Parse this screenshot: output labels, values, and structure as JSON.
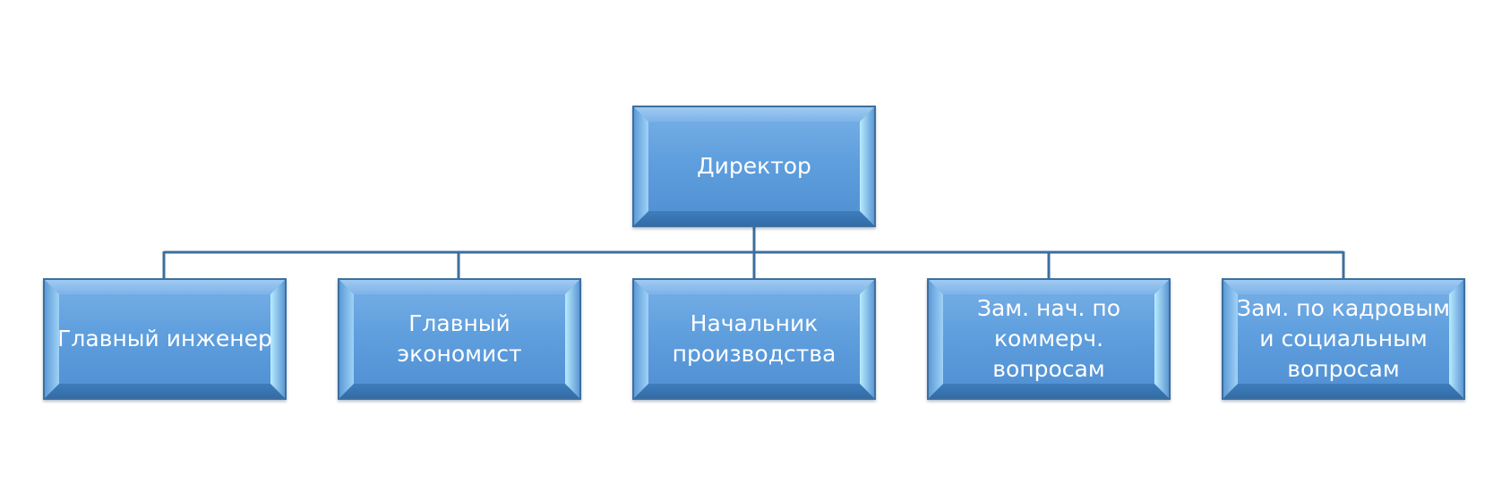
{
  "diagram": {
    "type": "org-chart",
    "colors": {
      "box_fill": "#5f9fde",
      "box_border": "#3d6f9e",
      "connector": "#3d6f9e",
      "text": "#ffffff"
    },
    "root": {
      "label": "Директор"
    },
    "children": [
      {
        "label": "Главный инженер"
      },
      {
        "label": "Главный\nэкономист"
      },
      {
        "label": "Начальник\nпроизводства"
      },
      {
        "label": "Зам. нач. по\nкоммерч.\nвопросам"
      },
      {
        "label": "Зам. по кадровым\nи социальным\nвопросам"
      }
    ]
  }
}
